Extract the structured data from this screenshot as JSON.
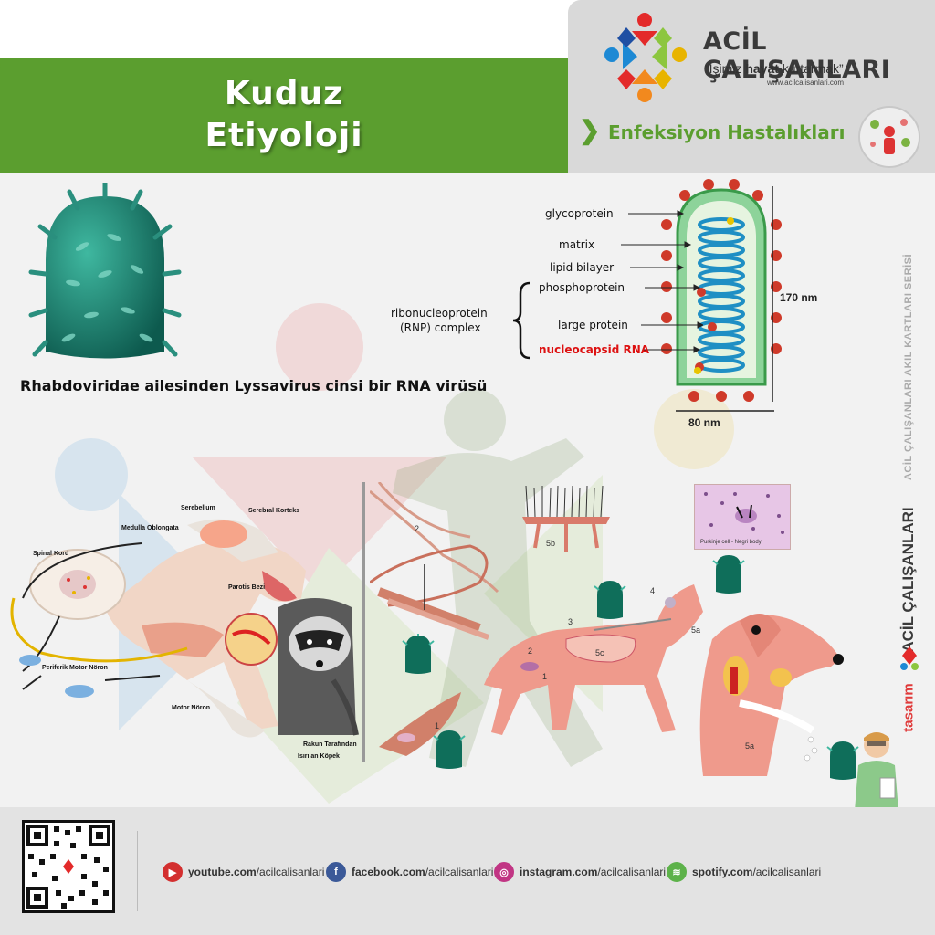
{
  "header": {
    "title_line1": "Kuduz",
    "title_line2": "Etiyoloji",
    "brand_name": "ACİL ÇALIŞANLARI",
    "slogan_open": "“İşimiz ",
    "slogan_bold": "hayat",
    "slogan_close": " kurtarmak”",
    "brand_url": "www.acilcalisanlari.com",
    "category": "Enfeksiyon Hastalıkları"
  },
  "side": {
    "series": "ACİL ÇALIŞANLARI AKIL KARTLARI SERİSİ",
    "brand": "ACİL ÇALIŞANLARI",
    "design": "tasarım"
  },
  "virus": {
    "caption": "Rhabdoviridae ailesinden Lyssavirus cinsi bir RNA virüsü"
  },
  "structure": {
    "labels": {
      "glycoprotein": "glycoprotein",
      "matrix": "matrix",
      "lipid_bilayer": "lipid bilayer",
      "phosphoprotein": "phosphoprotein",
      "large_protein": "large protein",
      "nucleocapsid_rna": "nucleocapsid RNA",
      "rnp_line1": "ribonucleoprotein",
      "rnp_line2": "(RNP) complex"
    },
    "height": "170 nm",
    "width": "80 nm"
  },
  "anatomy": {
    "serebellum": "Serebellum",
    "serebral_korteks": "Serebral Korteks",
    "medulla": "Medulla Oblongata",
    "spinal_kord": "Spinal Kord",
    "parotis": "Parotis Bezi",
    "periferik": "Periferik Motor Nöron",
    "motor_noron": "Motor Nöron",
    "rakun_line1": "Rakun Tarafından",
    "rakun_line2": "Isırılan Köpek"
  },
  "pathway": {
    "labels": [
      "2",
      "1",
      "5b",
      "3",
      "4",
      "5a",
      "5c",
      "2",
      "1",
      "5a"
    ],
    "histo_caption": "Purkinje cell - Negri body"
  },
  "colors": {
    "green": "#5b9e2f",
    "red": "#d11111",
    "gray_box": "#d9d9d9",
    "footer": "#e3e3e3"
  },
  "footer": {
    "youtube": {
      "icon": "youtube-icon",
      "domain": "youtube.com",
      "path": "/acilcalisanlari"
    },
    "facebook": {
      "icon": "facebook-icon",
      "domain": "facebook.com",
      "path": "/acilcalisanlari"
    },
    "instagram": {
      "icon": "instagram-icon",
      "domain": "instagram.com",
      "path": "/acilcalisanlari"
    },
    "spotify": {
      "icon": "spotify-icon",
      "domain": "spotify.com",
      "path": "/acilcalisanlari"
    }
  }
}
